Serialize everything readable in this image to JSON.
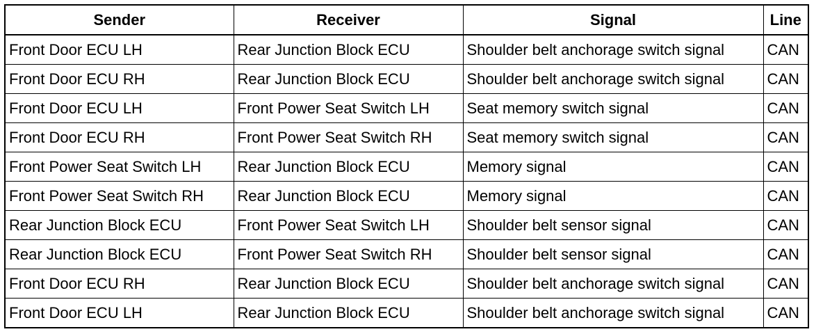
{
  "table": {
    "headers": [
      "Sender",
      "Receiver",
      "Signal",
      "Line"
    ],
    "rows": [
      {
        "sender": "Front Door ECU LH",
        "receiver": "Rear Junction Block ECU",
        "signal": "Shoulder belt anchorage switch signal",
        "line": "CAN"
      },
      {
        "sender": "Front Door ECU RH",
        "receiver": "Rear Junction Block ECU",
        "signal": "Shoulder belt anchorage switch signal",
        "line": "CAN"
      },
      {
        "sender": "Front Door ECU LH",
        "receiver": "Front Power Seat Switch LH",
        "signal": "Seat memory switch signal",
        "line": "CAN"
      },
      {
        "sender": "Front Door ECU RH",
        "receiver": "Front Power Seat Switch RH",
        "signal": "Seat memory switch signal",
        "line": "CAN"
      },
      {
        "sender": "Front Power Seat Switch LH",
        "receiver": "Rear Junction Block ECU",
        "signal": "Memory signal",
        "line": "CAN"
      },
      {
        "sender": "Front Power Seat Switch RH",
        "receiver": "Rear Junction Block ECU",
        "signal": "Memory signal",
        "line": "CAN"
      },
      {
        "sender": "Rear Junction Block ECU",
        "receiver": "Front Power Seat Switch LH",
        "signal": "Shoulder belt sensor signal",
        "line": "CAN"
      },
      {
        "sender": "Rear Junction Block ECU",
        "receiver": "Front Power Seat Switch RH",
        "signal": "Shoulder belt sensor signal",
        "line": "CAN"
      },
      {
        "sender": "Front Door ECU RH",
        "receiver": "Rear Junction Block ECU",
        "signal": "Shoulder belt anchorage switch signal",
        "line": "CAN"
      },
      {
        "sender": "Front Door ECU LH",
        "receiver": "Rear Junction Block ECU",
        "signal": "Shoulder belt anchorage switch signal",
        "line": "CAN"
      }
    ]
  }
}
